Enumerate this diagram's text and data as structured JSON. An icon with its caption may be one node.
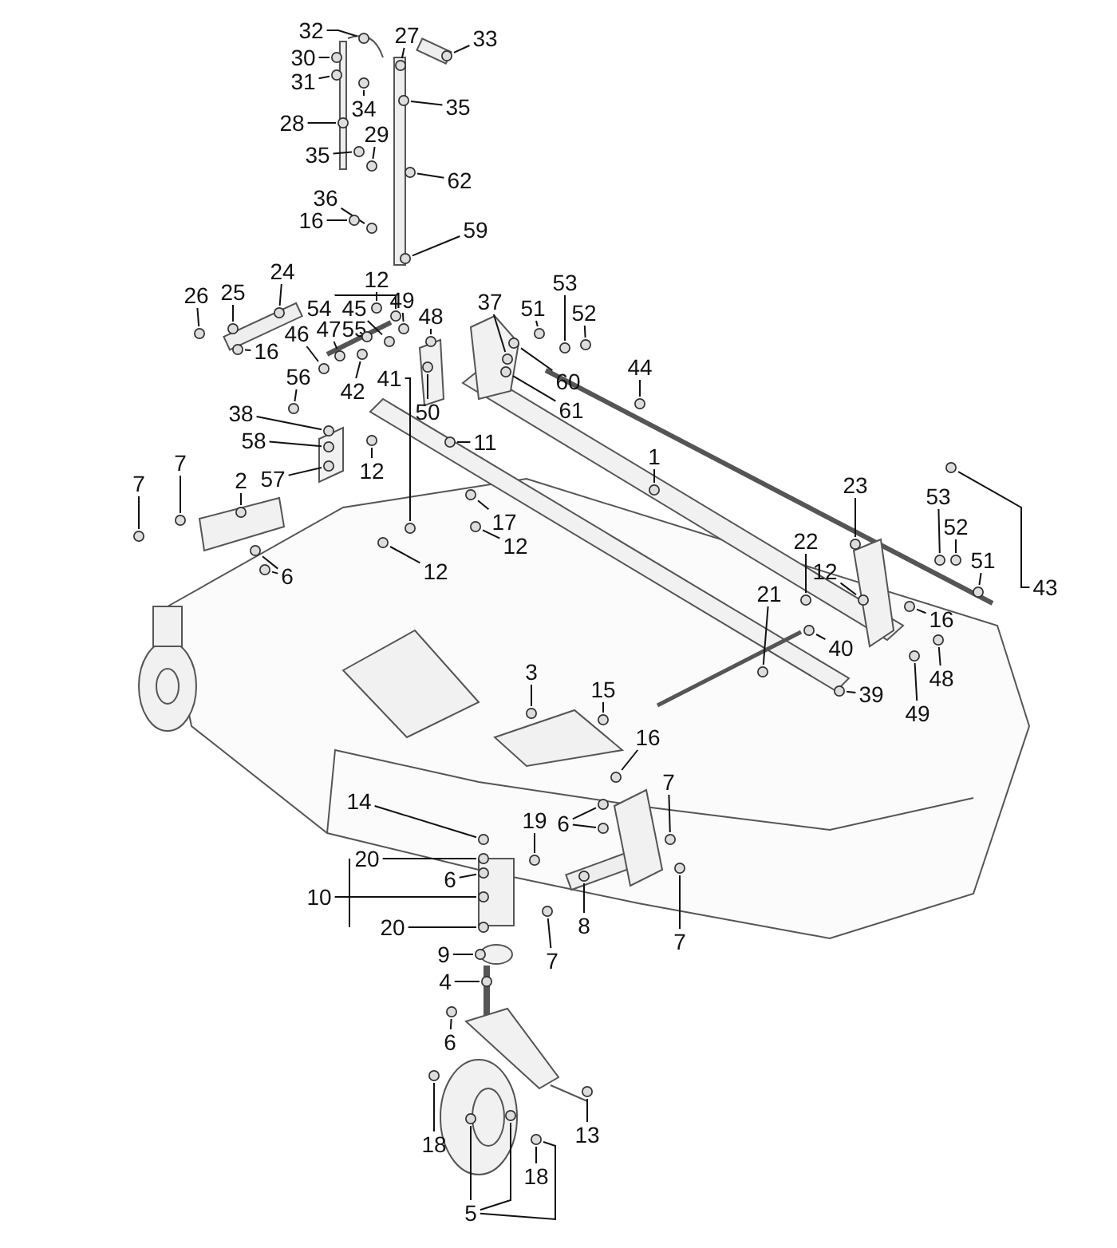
{
  "diagram": {
    "nodes": [
      {
        "text": [
          "32"
        ]
      },
      {
        "text": [
          "27"
        ]
      },
      {
        "text": [
          "33"
        ]
      },
      {
        "text": [
          "30"
        ]
      },
      {
        "text": [
          "31"
        ]
      },
      {
        "text": [
          "35"
        ]
      },
      {
        "text": [
          "34"
        ]
      },
      {
        "text": [
          "28"
        ]
      },
      {
        "text": [
          "29"
        ]
      },
      {
        "text": [
          "35"
        ]
      },
      {
        "text": [
          "62"
        ]
      },
      {
        "text": [
          "36"
        ]
      },
      {
        "text": [
          "16"
        ]
      },
      {
        "text": [
          "59"
        ]
      },
      {
        "text": [
          "24"
        ]
      },
      {
        "text": [
          "12"
        ]
      },
      {
        "text": [
          "26"
        ]
      },
      {
        "text": [
          "25"
        ]
      },
      {
        "text": [
          "49"
        ]
      },
      {
        "text": [
          "37"
        ]
      },
      {
        "text": [
          "51"
        ]
      },
      {
        "text": [
          "53"
        ]
      },
      {
        "text": [
          "52"
        ]
      },
      {
        "text": [
          "54"
        ]
      },
      {
        "text": [
          "45"
        ]
      },
      {
        "text": [
          "48"
        ]
      },
      {
        "text": [
          "47"
        ]
      },
      {
        "text": [
          "55"
        ]
      },
      {
        "text": [
          "46"
        ]
      },
      {
        "text": [
          "16"
        ]
      },
      {
        "text": [
          "44"
        ]
      },
      {
        "text": [
          "56"
        ]
      },
      {
        "text": [
          "42"
        ]
      },
      {
        "text": [
          "41"
        ]
      },
      {
        "text": [
          "60"
        ]
      },
      {
        "text": [
          "61"
        ]
      },
      {
        "text": [
          "50"
        ]
      },
      {
        "text": [
          "38"
        ]
      },
      {
        "text": [
          "11"
        ]
      },
      {
        "text": [
          "58"
        ]
      },
      {
        "text": [
          "1"
        ]
      },
      {
        "text": [
          "7"
        ]
      },
      {
        "text": [
          "12"
        ]
      },
      {
        "text": [
          "57"
        ]
      },
      {
        "text": [
          "2"
        ]
      },
      {
        "text": [
          "7"
        ]
      },
      {
        "text": [
          "23"
        ]
      },
      {
        "text": [
          "53"
        ]
      },
      {
        "text": [
          "17"
        ]
      },
      {
        "text": [
          "52"
        ]
      },
      {
        "text": [
          "22"
        ]
      },
      {
        "text": [
          "12"
        ]
      },
      {
        "text": [
          "51"
        ]
      },
      {
        "text": [
          "12"
        ]
      },
      {
        "text": [
          "12"
        ]
      },
      {
        "text": [
          "6"
        ]
      },
      {
        "text": [
          "43"
        ]
      },
      {
        "text": [
          "21"
        ]
      },
      {
        "text": [
          "16"
        ]
      },
      {
        "text": [
          "40"
        ]
      },
      {
        "text": [
          "3"
        ]
      },
      {
        "text": [
          "48"
        ]
      },
      {
        "text": [
          "15"
        ]
      },
      {
        "text": [
          "39"
        ]
      },
      {
        "text": [
          "49"
        ]
      },
      {
        "text": [
          "16"
        ]
      },
      {
        "text": [
          "7"
        ]
      },
      {
        "text": [
          "14"
        ]
      },
      {
        "text": [
          "6"
        ]
      },
      {
        "text": [
          "19"
        ]
      },
      {
        "text": [
          "20"
        ]
      },
      {
        "text": [
          "6"
        ]
      },
      {
        "text": [
          "10"
        ]
      },
      {
        "text": [
          "20"
        ]
      },
      {
        "text": [
          "8"
        ]
      },
      {
        "text": [
          "7"
        ]
      },
      {
        "text": [
          "9"
        ]
      },
      {
        "text": [
          "7"
        ]
      },
      {
        "text": [
          "4"
        ]
      },
      {
        "text": [
          "6"
        ]
      },
      {
        "text": [
          "13"
        ]
      },
      {
        "text": [
          "18"
        ]
      },
      {
        "text": [
          "18"
        ]
      },
      {
        "text": [
          "5"
        ]
      },
      {
        "text": [],
        "shape": "circle"
      },
      {
        "text": [],
        "shape": "circle"
      },
      {
        "text": [],
        "shape": "circle"
      },
      {
        "text": [],
        "shape": "circle"
      },
      {
        "text": [],
        "shape": "circle"
      },
      {
        "text": [],
        "shape": "circle"
      },
      {
        "text": [],
        "shape": "circle"
      },
      {
        "text": [],
        "shape": "circle"
      },
      {
        "text": [],
        "shape": "circle"
      },
      {
        "text": [],
        "shape": "circle"
      },
      {
        "text": [],
        "shape": "circle"
      },
      {
        "text": [],
        "shape": "circle"
      },
      {
        "text": [],
        "shape": "circle"
      },
      {
        "text": [],
        "shape": "circle"
      },
      {
        "text": [],
        "shape": "circle"
      },
      {
        "text": [],
        "shape": "circle"
      },
      {
        "text": [],
        "shape": "circle"
      },
      {
        "text": [],
        "shape": "circle"
      },
      {
        "text": [],
        "shape": "circle"
      },
      {
        "text": [],
        "shape": "circle"
      },
      {
        "text": [],
        "shape": "circle"
      },
      {
        "text": [],
        "shape": "circle"
      },
      {
        "text": [],
        "shape": "circle"
      },
      {
        "text": [],
        "shape": "circle"
      },
      {
        "text": [],
        "shape": "circle"
      },
      {
        "text": [],
        "shape": "circle"
      },
      {
        "text": [],
        "shape": "circle"
      },
      {
        "text": [],
        "shape": "circle"
      },
      {
        "text": [],
        "shape": "circle"
      },
      {
        "text": [],
        "shape": "circle"
      },
      {
        "text": [],
        "shape": "circle"
      },
      {
        "text": [],
        "shape": "circle"
      },
      {
        "text": [],
        "shape": "circle"
      },
      {
        "text": [],
        "shape": "circle"
      },
      {
        "text": [],
        "shape": "circle"
      },
      {
        "text": [],
        "shape": "circle"
      },
      {
        "text": [],
        "shape": "circle"
      },
      {
        "text": [],
        "shape": "circle"
      },
      {
        "text": [],
        "shape": "circle"
      },
      {
        "text": [],
        "shape": "circle"
      },
      {
        "text": [],
        "shape": "circle"
      },
      {
        "text": [],
        "shape": "circle"
      },
      {
        "text": [],
        "shape": "circle"
      },
      {
        "text": [],
        "shape": "circle"
      },
      {
        "text": [],
        "shape": "circle"
      },
      {
        "text": [],
        "shape": "circle"
      },
      {
        "text": [],
        "shape": "circle"
      },
      {
        "text": [],
        "shape": "circle"
      },
      {
        "text": [],
        "shape": "circle"
      },
      {
        "text": [],
        "shape": "circle"
      },
      {
        "text": [],
        "shape": "circle"
      },
      {
        "text": [],
        "shape": "circle"
      },
      {
        "text": [],
        "shape": "circle"
      },
      {
        "text": [],
        "shape": "circle"
      },
      {
        "text": [],
        "shape": "circle"
      },
      {
        "text": [],
        "shape": "circle"
      },
      {
        "text": [],
        "shape": "circle"
      },
      {
        "text": [],
        "shape": "circle"
      },
      {
        "text": [],
        "shape": "circle"
      },
      {
        "text": [],
        "shape": "circle"
      },
      {
        "text": [],
        "shape": "circle"
      },
      {
        "text": [],
        "shape": "circle"
      },
      {
        "text": [],
        "shape": "circle"
      },
      {
        "text": [],
        "shape": "circle"
      },
      {
        "text": [],
        "shape": "circle"
      },
      {
        "text": [],
        "shape": "circle"
      },
      {
        "text": [],
        "shape": "circle"
      },
      {
        "text": [],
        "shape": "circle"
      },
      {
        "text": [],
        "shape": "circle"
      },
      {
        "text": [],
        "shape": "circle"
      },
      {
        "text": [],
        "shape": "circle"
      },
      {
        "text": [],
        "shape": "circle"
      },
      {
        "text": [],
        "shape": "circle"
      },
      {
        "text": [],
        "shape": "circle"
      },
      {
        "text": [],
        "shape": "circle"
      },
      {
        "text": [],
        "shape": "circle"
      },
      {
        "text": [],
        "shape": "circle"
      },
      {
        "text": [],
        "shape": "circle"
      },
      {
        "text": [],
        "shape": "circle"
      },
      {
        "text": [],
        "shape": "circle"
      },
      {
        "text": [],
        "shape": "circle"
      },
      {
        "text": [],
        "shape": "circle"
      },
      {
        "text": [],
        "shape": "circle"
      },
      {
        "text": [],
        "shape": "circle"
      },
      {
        "text": [],
        "shape": "circle"
      },
      {
        "text": [],
        "shape": "circle"
      },
      {
        "text": [],
        "shape": "circle"
      }
    ],
    "edges": [
      {
        "from": 0,
        "to": 84,
        "arrow": "none"
      },
      {
        "from": 1,
        "to": 85,
        "arrow": "none"
      },
      {
        "from": 2,
        "to": 86,
        "arrow": "none"
      },
      {
        "from": 3,
        "to": 87,
        "arrow": "none"
      },
      {
        "from": 4,
        "to": 88,
        "arrow": "none"
      },
      {
        "from": 5,
        "to": 89,
        "arrow": "none"
      },
      {
        "from": 6,
        "to": 90,
        "arrow": "none"
      },
      {
        "from": 7,
        "to": 91,
        "arrow": "none"
      },
      {
        "from": 8,
        "to": 92,
        "arrow": "none"
      },
      {
        "from": 9,
        "to": 93,
        "arrow": "none"
      },
      {
        "from": 10,
        "to": 94,
        "arrow": "none"
      },
      {
        "from": 11,
        "to": 95,
        "arrow": "none"
      },
      {
        "from": 12,
        "to": 96,
        "arrow": "none"
      },
      {
        "from": 13,
        "to": 97,
        "arrow": "none"
      },
      {
        "from": 14,
        "to": 98,
        "arrow": "none"
      },
      {
        "from": 15,
        "to": 99,
        "arrow": "none"
      },
      {
        "from": 16,
        "to": 100,
        "arrow": "none"
      },
      {
        "from": 17,
        "to": 101,
        "arrow": "none"
      },
      {
        "from": 18,
        "to": 102,
        "arrow": "none"
      },
      {
        "from": 19,
        "to": 103,
        "arrow": "none"
      },
      {
        "from": 20,
        "to": 104,
        "arrow": "none"
      },
      {
        "from": 21,
        "to": 105,
        "arrow": "none"
      },
      {
        "from": 22,
        "to": 106,
        "arrow": "none"
      },
      {
        "from": 23,
        "to": 107,
        "arrow": "none"
      },
      {
        "from": 24,
        "to": 108,
        "arrow": "none"
      },
      {
        "from": 25,
        "to": 109,
        "arrow": "none"
      },
      {
        "from": 26,
        "to": 110,
        "arrow": "none"
      },
      {
        "from": 27,
        "to": 111,
        "arrow": "none"
      },
      {
        "from": 28,
        "to": 112,
        "arrow": "none"
      },
      {
        "from": 29,
        "to": 113,
        "arrow": "none"
      },
      {
        "from": 30,
        "to": 114,
        "arrow": "none"
      },
      {
        "from": 31,
        "to": 115,
        "arrow": "none"
      },
      {
        "from": 32,
        "to": 116,
        "arrow": "none"
      },
      {
        "from": 33,
        "to": 117,
        "arrow": "none"
      },
      {
        "from": 34,
        "to": 118,
        "arrow": "none"
      },
      {
        "from": 35,
        "to": 119,
        "arrow": "none"
      },
      {
        "from": 36,
        "to": 120,
        "arrow": "none"
      },
      {
        "from": 37,
        "to": 121,
        "arrow": "none"
      },
      {
        "from": 38,
        "to": 122,
        "arrow": "none"
      },
      {
        "from": 39,
        "to": 123,
        "arrow": "none"
      },
      {
        "from": 40,
        "to": 124,
        "arrow": "none"
      },
      {
        "from": 41,
        "to": 125,
        "arrow": "none"
      },
      {
        "from": 42,
        "to": 126,
        "arrow": "none"
      },
      {
        "from": 43,
        "to": 127,
        "arrow": "none"
      },
      {
        "from": 44,
        "to": 128,
        "arrow": "none"
      },
      {
        "from": 45,
        "to": 129,
        "arrow": "none"
      },
      {
        "from": 46,
        "to": 130,
        "arrow": "none"
      },
      {
        "from": 47,
        "to": 131,
        "arrow": "none"
      },
      {
        "from": 48,
        "to": 132,
        "arrow": "none"
      },
      {
        "from": 49,
        "to": 133,
        "arrow": "none"
      },
      {
        "from": 50,
        "to": 134,
        "arrow": "none"
      },
      {
        "from": 51,
        "to": 135,
        "arrow": "none"
      },
      {
        "from": 52,
        "to": 136,
        "arrow": "none"
      },
      {
        "from": 53,
        "to": 137,
        "arrow": "none"
      },
      {
        "from": 54,
        "to": 138,
        "arrow": "none"
      },
      {
        "from": 55,
        "to": 139,
        "arrow": "none"
      },
      {
        "from": 55,
        "to": 140,
        "arrow": "none"
      },
      {
        "from": 56,
        "to": 141,
        "arrow": "none"
      },
      {
        "from": 57,
        "to": 142,
        "arrow": "none"
      },
      {
        "from": 58,
        "to": 143,
        "arrow": "none"
      },
      {
        "from": 59,
        "to": 144,
        "arrow": "none"
      },
      {
        "from": 60,
        "to": 145,
        "arrow": "none"
      },
      {
        "from": 61,
        "to": 146,
        "arrow": "none"
      },
      {
        "from": 62,
        "to": 147,
        "arrow": "none"
      },
      {
        "from": 63,
        "to": 148,
        "arrow": "none"
      },
      {
        "from": 64,
        "to": 149,
        "arrow": "none"
      },
      {
        "from": 65,
        "to": 150,
        "arrow": "none"
      },
      {
        "from": 66,
        "to": 151,
        "arrow": "none"
      },
      {
        "from": 67,
        "to": 152,
        "arrow": "none"
      },
      {
        "from": 68,
        "to": 153,
        "arrow": "none"
      },
      {
        "from": 68,
        "to": 154,
        "arrow": "none"
      },
      {
        "from": 69,
        "to": 155,
        "arrow": "none"
      },
      {
        "from": 70,
        "to": 156,
        "arrow": "none"
      },
      {
        "from": 71,
        "to": 157,
        "arrow": "none"
      },
      {
        "from": 72,
        "to": 158,
        "arrow": "none"
      },
      {
        "from": 73,
        "to": 159,
        "arrow": "none"
      },
      {
        "from": 74,
        "to": 160,
        "arrow": "none"
      },
      {
        "from": 75,
        "to": 161,
        "arrow": "none"
      },
      {
        "from": 76,
        "to": 162,
        "arrow": "none"
      },
      {
        "from": 77,
        "to": 163,
        "arrow": "none"
      },
      {
        "from": 78,
        "to": 164,
        "arrow": "none"
      },
      {
        "from": 79,
        "to": 165,
        "arrow": "none"
      },
      {
        "from": 80,
        "to": 166,
        "arrow": "none"
      },
      {
        "from": 81,
        "to": 167,
        "arrow": "none"
      },
      {
        "from": 82,
        "to": 168,
        "arrow": "none"
      },
      {
        "from": 83,
        "to": 169,
        "arrow": "none"
      },
      {
        "from": 83,
        "to": 170,
        "arrow": "none"
      },
      {
        "from": 83,
        "to": 168,
        "arrow": "none"
      }
    ]
  }
}
